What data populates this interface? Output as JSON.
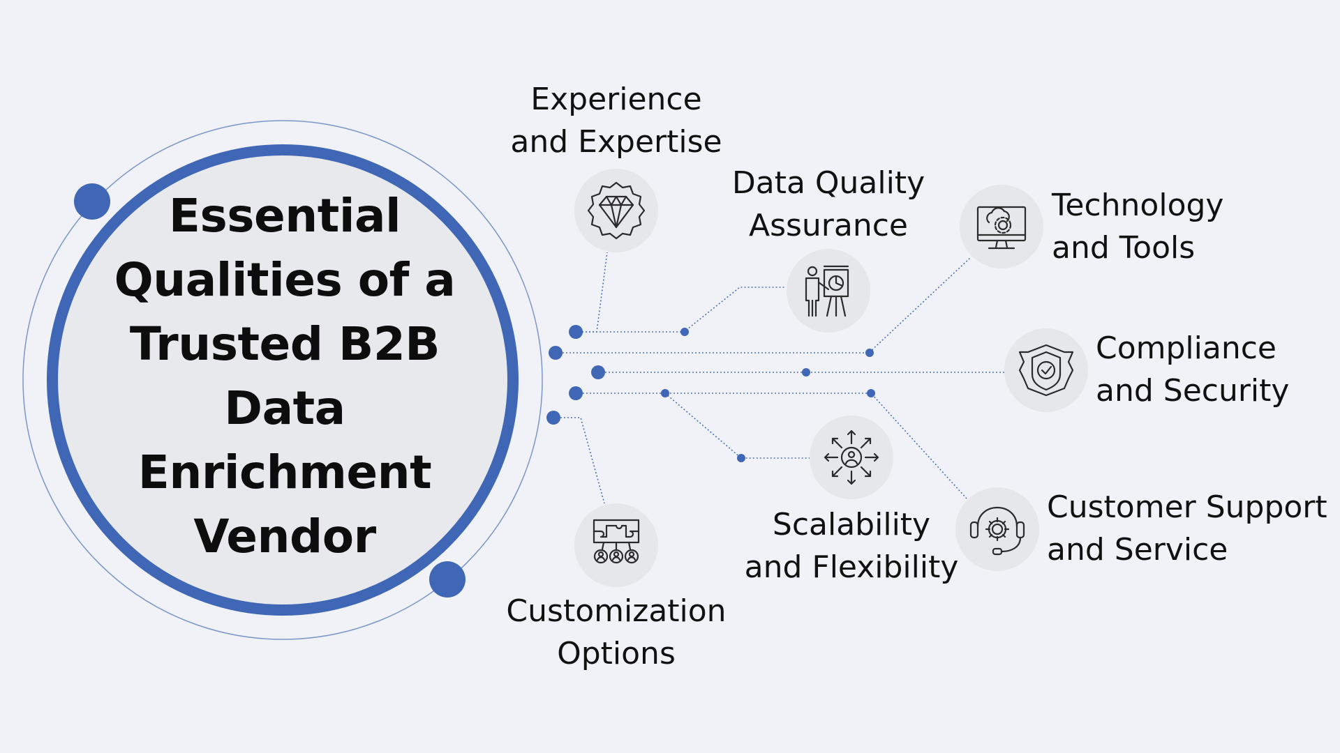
{
  "title_lines": [
    "Essential",
    "Qualities of a",
    "Trusted B2B Data",
    "Enrichment",
    "Vendor"
  ],
  "colors": {
    "background": "#f0f2f7",
    "accent": "#3f67b5",
    "icon_bg": "#e6e7ea",
    "text": "#111111"
  },
  "qualities": [
    {
      "lines": [
        "Experience",
        "and Expertise"
      ],
      "icon": "diamond-icon"
    },
    {
      "lines": [
        "Data Quality",
        "Assurance"
      ],
      "icon": "presentation-chart-icon"
    },
    {
      "lines": [
        "Technology",
        "and Tools"
      ],
      "icon": "monitor-cloud-gear-icon"
    },
    {
      "lines": [
        "Compliance",
        "and Security"
      ],
      "icon": "shield-check-icon"
    },
    {
      "lines": [
        "Scalability",
        "and Flexibility"
      ],
      "icon": "expand-arrows-user-icon"
    },
    {
      "lines": [
        "Customer Support",
        "and Service"
      ],
      "icon": "headset-gear-icon"
    },
    {
      "lines": [
        "Customization",
        "Options"
      ],
      "icon": "puzzle-people-icon"
    }
  ]
}
